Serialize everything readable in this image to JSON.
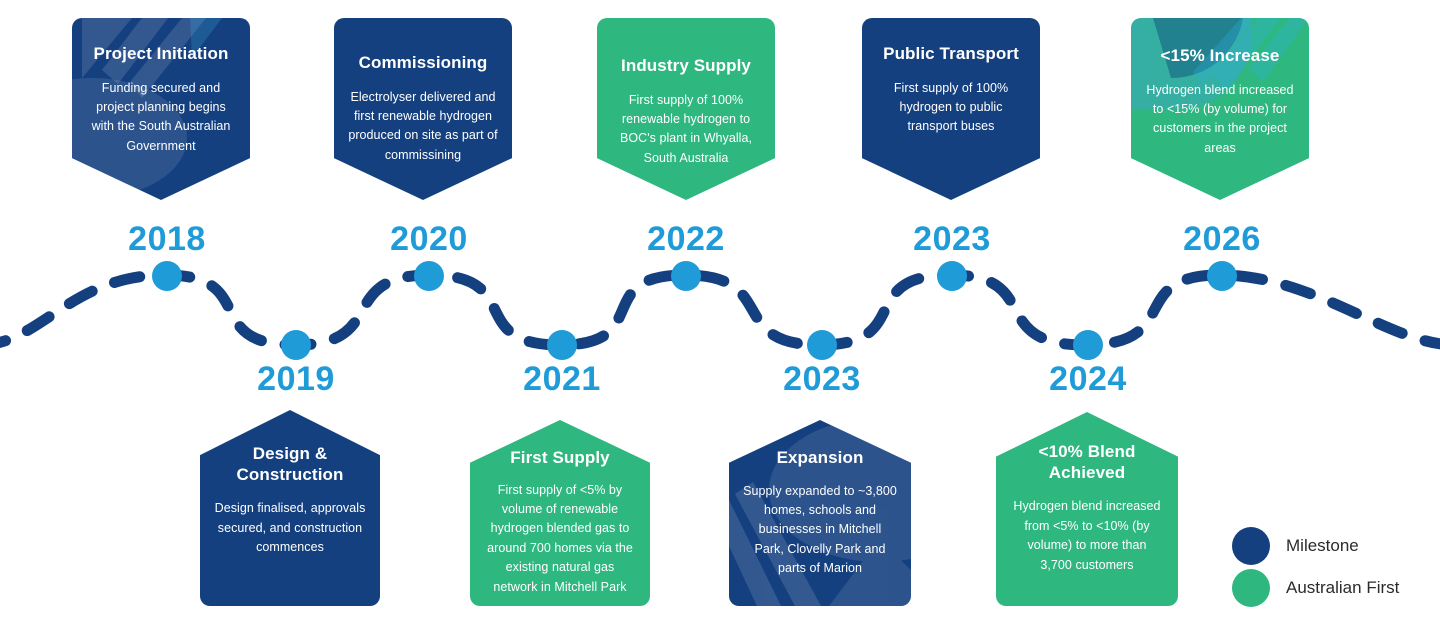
{
  "colors": {
    "navy": "#15407f",
    "green": "#2fb780",
    "light_blue": "#1f9bd7",
    "background": "#ffffff",
    "legend_text": "#2b2b2b"
  },
  "milestones": [
    {
      "year": "2018",
      "title": "Project Initiation",
      "body": "Funding secured and project planning begins with the South Australian Government",
      "type": "milestone",
      "row": "top"
    },
    {
      "year": "2019",
      "title": "Design & Construction",
      "body": "Design finalised, approvals secured, and construction commences",
      "type": "milestone",
      "row": "bottom"
    },
    {
      "year": "2020",
      "title": "Commissioning",
      "body": "Electrolyser delivered and first renewable hydrogen produced on site as part of commissining",
      "type": "milestone",
      "row": "top"
    },
    {
      "year": "2021",
      "title": "First Supply",
      "body": "First supply of <5% by volume of renewable hydrogen blended gas to around 700 homes via the existing natural gas network in Mitchell Park",
      "type": "australian-first",
      "row": "bottom"
    },
    {
      "year": "2022",
      "title": "Industry Supply",
      "body": "First supply of 100% renewable hydrogen to BOC's plant in Whyalla, South Australia",
      "type": "australian-first",
      "row": "top"
    },
    {
      "year": "2023",
      "title": "Expansion",
      "body": "Supply expanded to ~3,800 homes, schools and businesses in Mitchell Park, Clovelly Park and parts of Marion",
      "type": "milestone",
      "row": "bottom"
    },
    {
      "year": "2023",
      "title": "Public Transport",
      "body": "First supply of 100% hydrogen to public transport buses",
      "type": "milestone",
      "row": "top"
    },
    {
      "year": "2024",
      "title": "<10% Blend Achieved",
      "body": "Hydrogen blend increased from <5% to  <10% (by volume) to more than 3,700 customers",
      "type": "australian-first",
      "row": "bottom"
    },
    {
      "year": "2026",
      "title": "<15% Increase",
      "body": "Hydrogen blend increased to <15% (by volume) for customers in the project areas",
      "type": "australian-first",
      "row": "top"
    }
  ],
  "legend": {
    "items": [
      {
        "label": "Milestone",
        "color_key": "navy"
      },
      {
        "label": "Australian First",
        "color_key": "green"
      }
    ]
  }
}
